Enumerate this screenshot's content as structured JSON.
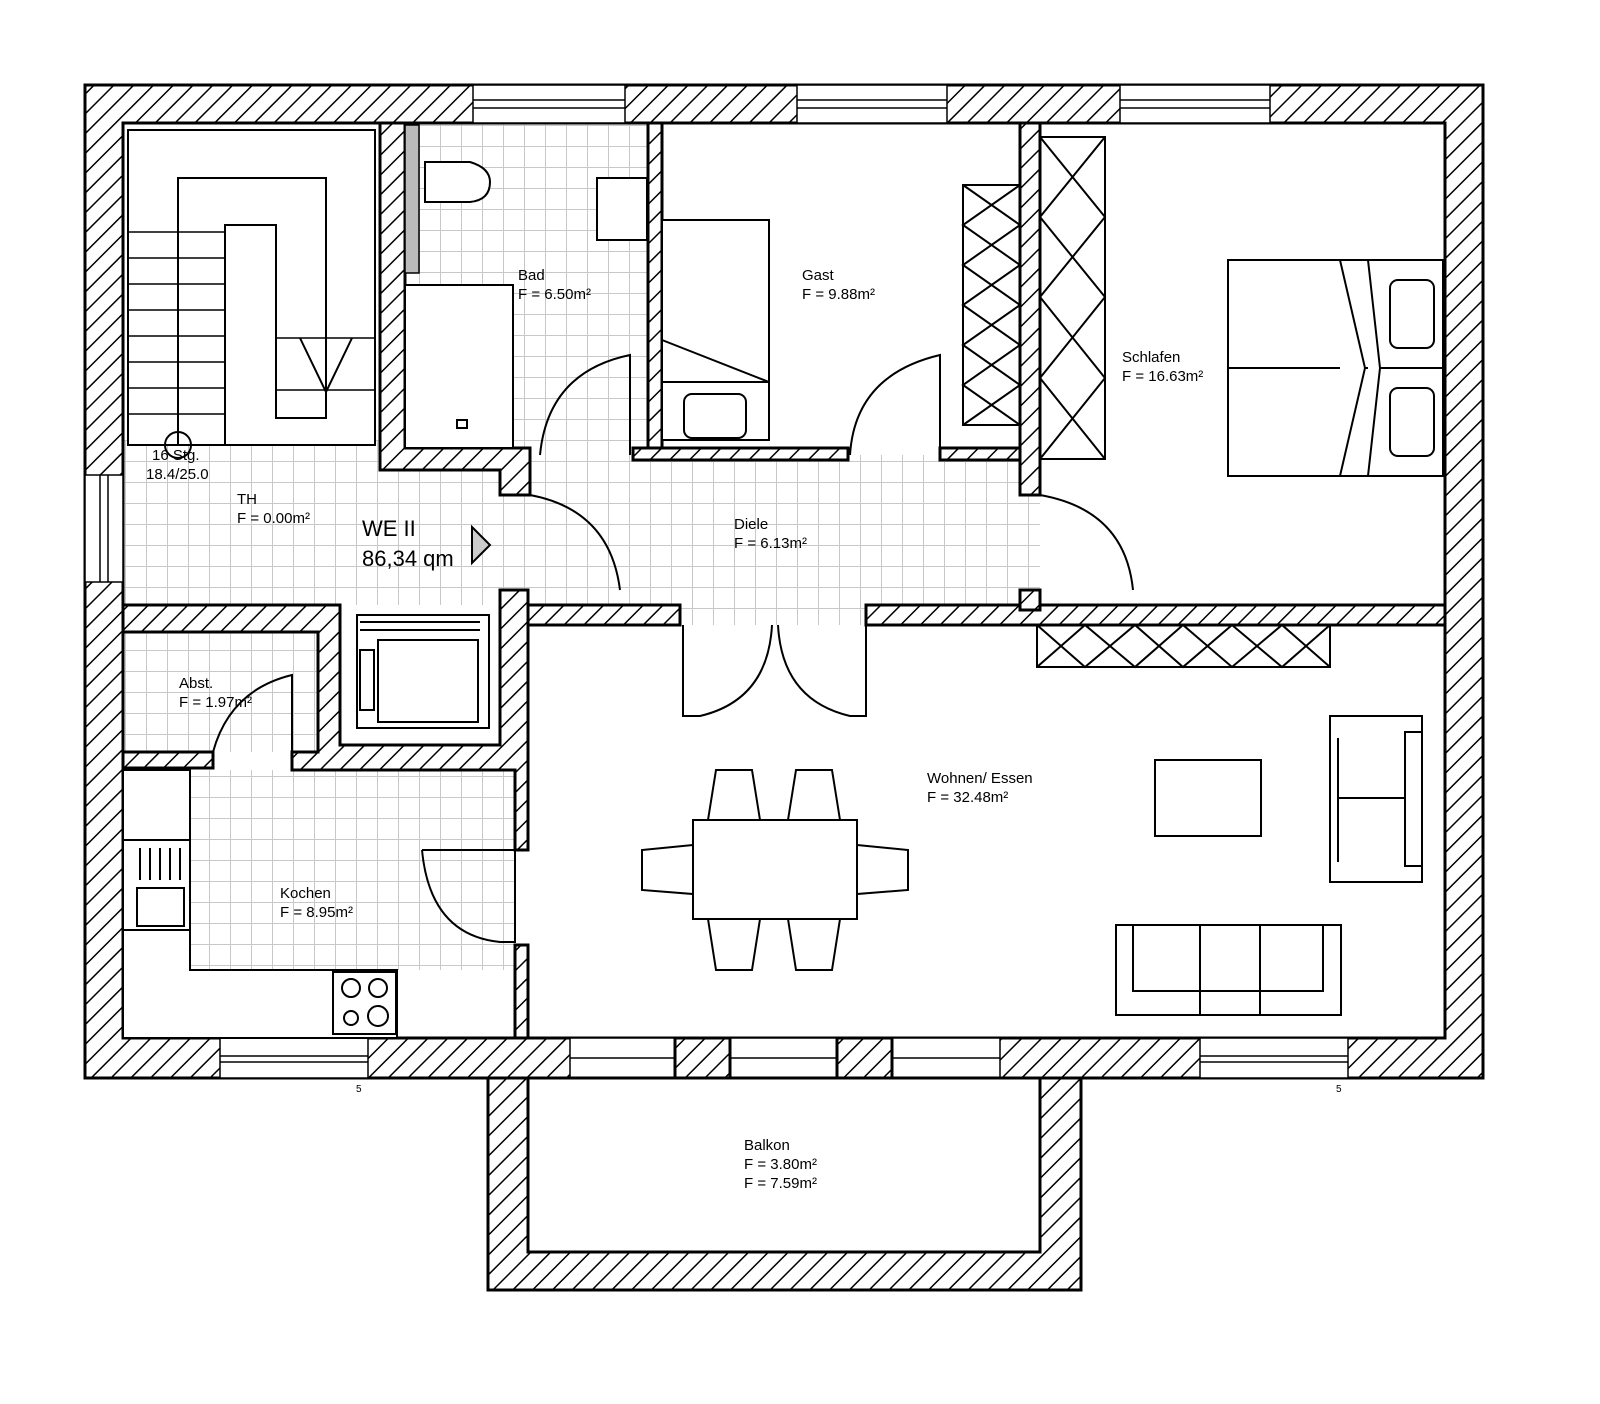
{
  "unit": {
    "name": "WE II",
    "area": "86,34 qm"
  },
  "stairs": {
    "steps": "16 Stg.",
    "ratio": "18.4/25.0"
  },
  "rooms": [
    {
      "name": "TH",
      "area": "F = 0.00m²"
    },
    {
      "name": "Bad",
      "area": "F = 6.50m²"
    },
    {
      "name": "Gast",
      "area": "F = 9.88m²"
    },
    {
      "name": "Schlafen",
      "area": "F = 16.63m²"
    },
    {
      "name": "Diele",
      "area": "F = 6.13m²"
    },
    {
      "name": "Abst.",
      "area": "F = 1.97m²"
    },
    {
      "name": "Kochen",
      "area": "F = 8.95m²"
    },
    {
      "name": "Wohnen/ Essen",
      "area": "F = 32.48m²"
    },
    {
      "name": "Balkon",
      "area": "F = 3.80m²",
      "area2": "F = 7.59m²"
    }
  ],
  "markers": [
    "5",
    "5"
  ]
}
